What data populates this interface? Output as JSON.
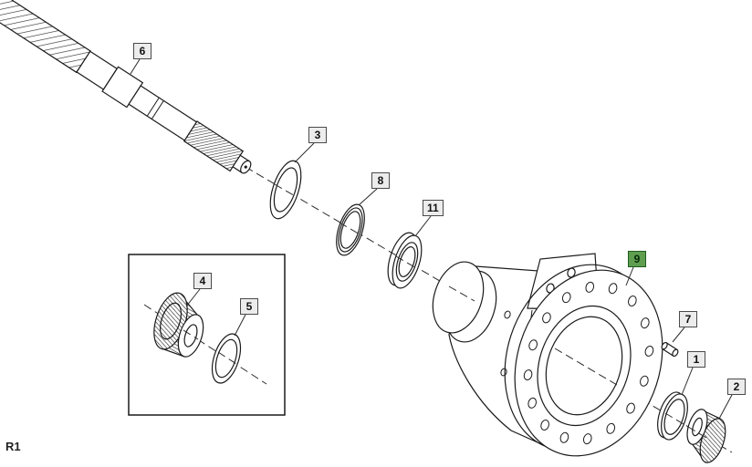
{
  "callouts": {
    "c1": "1",
    "c2": "2",
    "c3": "3",
    "c4": "4",
    "c5": "5",
    "c6": "6",
    "c7": "7",
    "c8": "8",
    "c9": "9",
    "c11": "11"
  },
  "highlighted_callout": "9",
  "footnote": "R1",
  "colors": {
    "label_bg": "#ececec",
    "label_border": "#4a4a4a",
    "highlight_bg": "#5f9e4f",
    "highlight_border": "#1e5c1e",
    "line": "#1a1a1a"
  }
}
